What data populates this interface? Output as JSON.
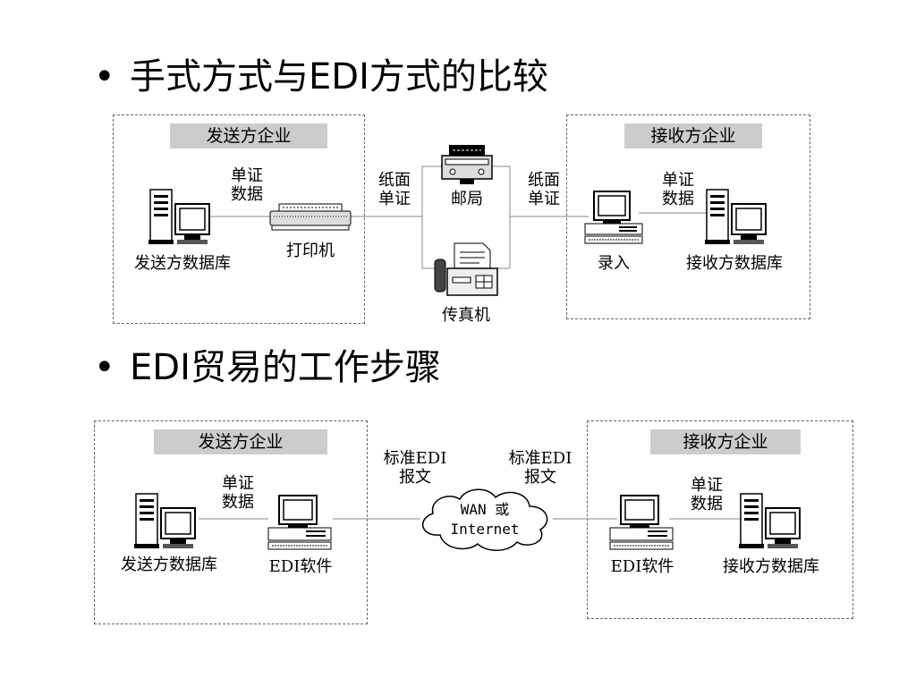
{
  "heading1": "手式方式与EDI方式的比较",
  "heading2": "EDI贸易的工作步骤",
  "bullet": "•",
  "manual": {
    "sender_company": "发送方企业",
    "receiver_company": "接收方企业",
    "doc_data_line1": "单证",
    "doc_data_line2": "数据",
    "sender_db": "发送方数据库",
    "printer": "打印机",
    "paper_doc_line1": "纸面",
    "paper_doc_line2": "单证",
    "post_office": "邮局",
    "fax": "传真机",
    "entry": "录入",
    "receiver_db": "接收方数据库"
  },
  "edi": {
    "sender_company": "发送方企业",
    "receiver_company": "接收方企业",
    "doc_data_line1": "单证",
    "doc_data_line2": "数据",
    "sender_db": "发送方数据库",
    "edi_software": "EDI软件",
    "std_edi_line1": "标准EDI",
    "std_edi_line2": "报文",
    "wan_line1": "WAN 或",
    "wan_line2": "Internet",
    "receiver_db": "接收方数据库"
  }
}
